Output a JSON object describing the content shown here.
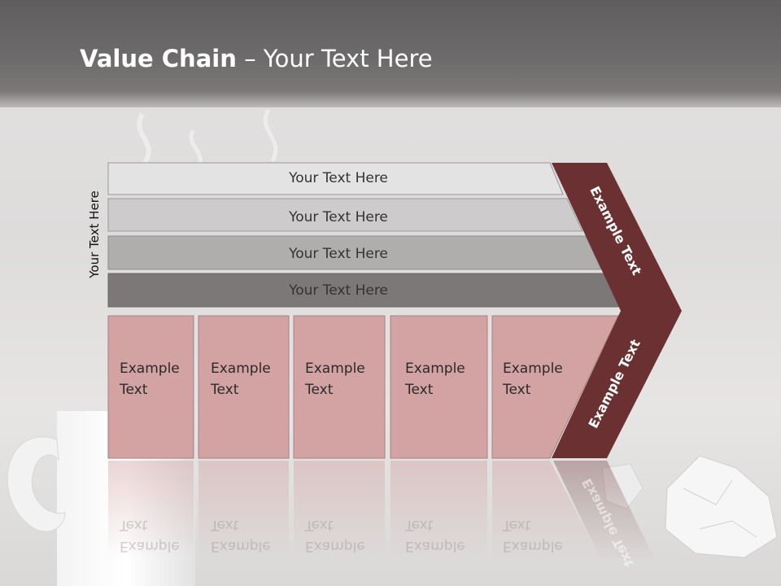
{
  "title": {
    "bold": "Value Chain",
    "rest": " – Your Text Here"
  },
  "side_label": "Your Text Here",
  "rows": [
    {
      "label": "Your Text Here",
      "color": "#e4e3e3"
    },
    {
      "label": "Your Text Here",
      "color": "#cdcbcb"
    },
    {
      "label": "Your Text Here",
      "color": "#b0aeac"
    },
    {
      "label": "Your Text Here",
      "color": "#7c7877"
    }
  ],
  "columns": [
    {
      "line1": "Example",
      "line2": "Text"
    },
    {
      "line1": "Example",
      "line2": "Text"
    },
    {
      "line1": "Example",
      "line2": "Text"
    },
    {
      "line1": "Example",
      "line2": "Text"
    },
    {
      "line1": "Example",
      "line2": "Text"
    }
  ],
  "chevron_top_label": "Example Text",
  "chevron_bottom_label": "Example Text",
  "colors": {
    "column_fill": "#d3a3a4",
    "chevron": "#6b3132",
    "header": "#646262"
  },
  "background_elements": [
    "coffee-cup",
    "crumpled-paper",
    "steam"
  ]
}
